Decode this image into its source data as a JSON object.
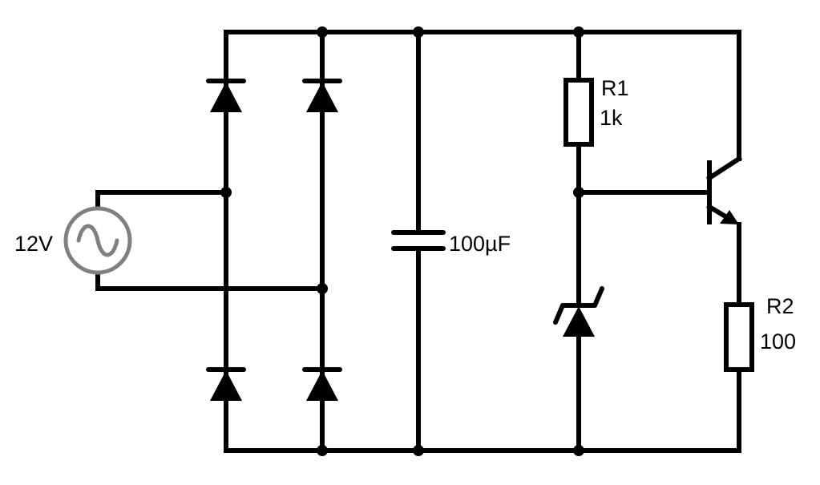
{
  "source": {
    "label": "12V",
    "icon": "ac-sine-source-icon"
  },
  "capacitor": {
    "label": "100µF"
  },
  "r1": {
    "name": "R1",
    "value": "1k"
  },
  "r2": {
    "name": "R2",
    "value": "100"
  },
  "colors": {
    "wire": "#000000",
    "source_symbol": "#808080",
    "background": "#ffffff"
  }
}
